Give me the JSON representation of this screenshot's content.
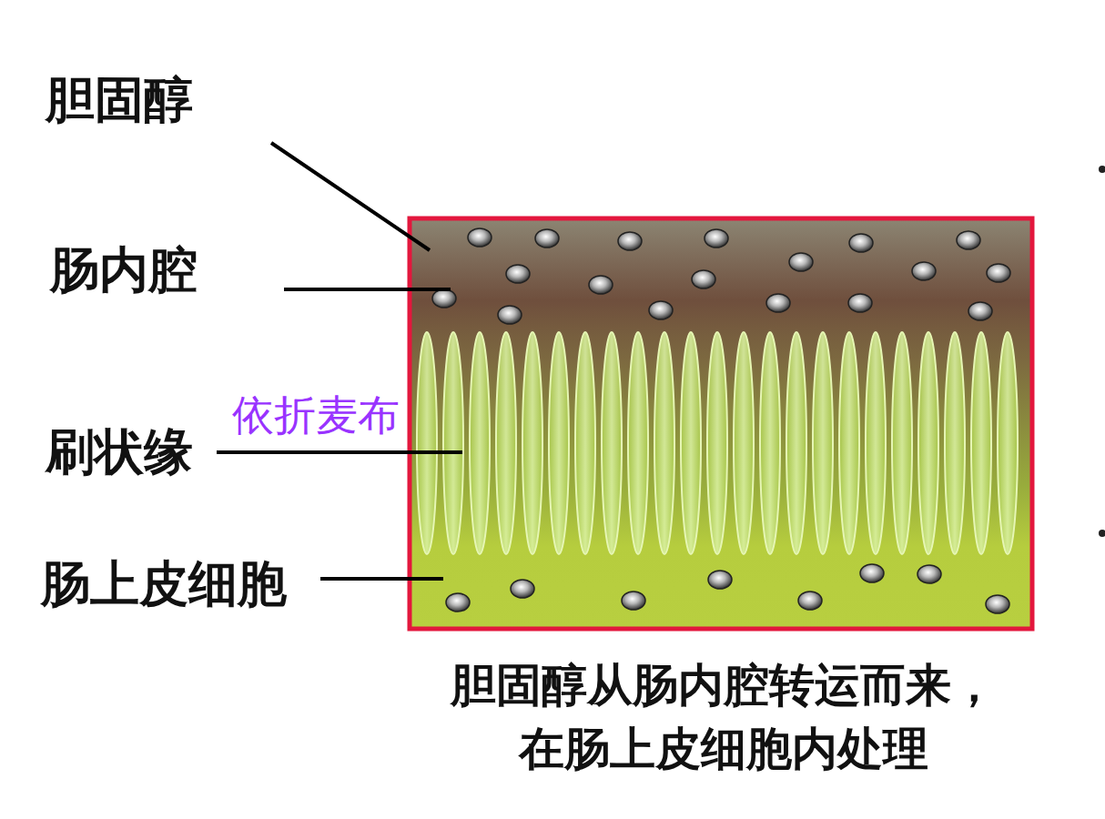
{
  "diagram": {
    "caption": "胆固醇从肠内腔转运而来， 在肠上皮细胞内处理",
    "labels": [
      "胆固醇",
      "肠内腔",
      "刷状缘",
      "肠上皮细胞",
      "依折麦布"
    ]
  }
}
